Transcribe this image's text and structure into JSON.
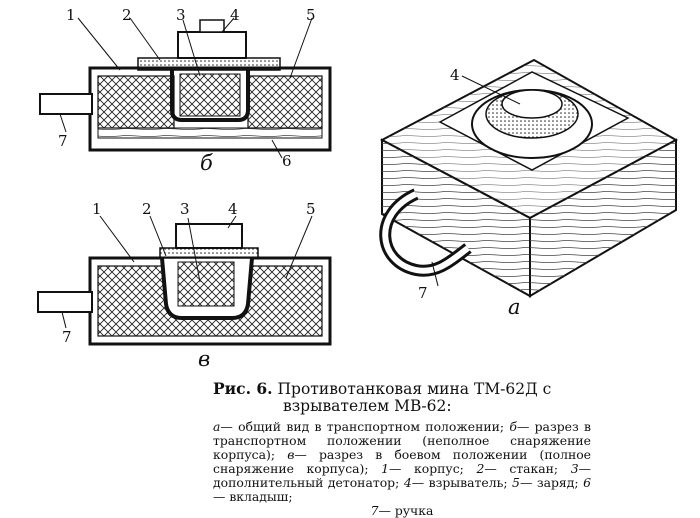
{
  "figure": {
    "number_label": "Рис. 6.",
    "title_line1": "Противотанковая мина ТМ-62Д с",
    "title_line2": "взрывателем МВ-62:",
    "panel_letters": {
      "a": "а",
      "b": "б",
      "v": "в"
    },
    "callouts": {
      "b": [
        "1",
        "2",
        "3",
        "4",
        "5",
        "7",
        "6"
      ],
      "v": [
        "1",
        "2",
        "3",
        "4",
        "5",
        "7"
      ],
      "a": [
        "4",
        "7"
      ]
    },
    "legend": [
      {
        "key": "а",
        "text": "— общий вид в транспортном положении;"
      },
      {
        "key": "б",
        "text": "— разрез в транспортном положении (неполное снаряжение корпуса);"
      },
      {
        "key": "в",
        "text": "— разрез в боевом положении (полное снаряжение корпуса);"
      },
      {
        "key": "1",
        "text": "— корпус;"
      },
      {
        "key": "2",
        "text": "— стакан;"
      },
      {
        "key": "3",
        "text": "— дополнительный детонатор;"
      },
      {
        "key": "4",
        "text": "— взрыватель;"
      },
      {
        "key": "5",
        "text": "— заряд;"
      },
      {
        "key": "6",
        "text": "— вкладыш;"
      },
      {
        "key": "7",
        "text": "— ручка"
      }
    ]
  }
}
